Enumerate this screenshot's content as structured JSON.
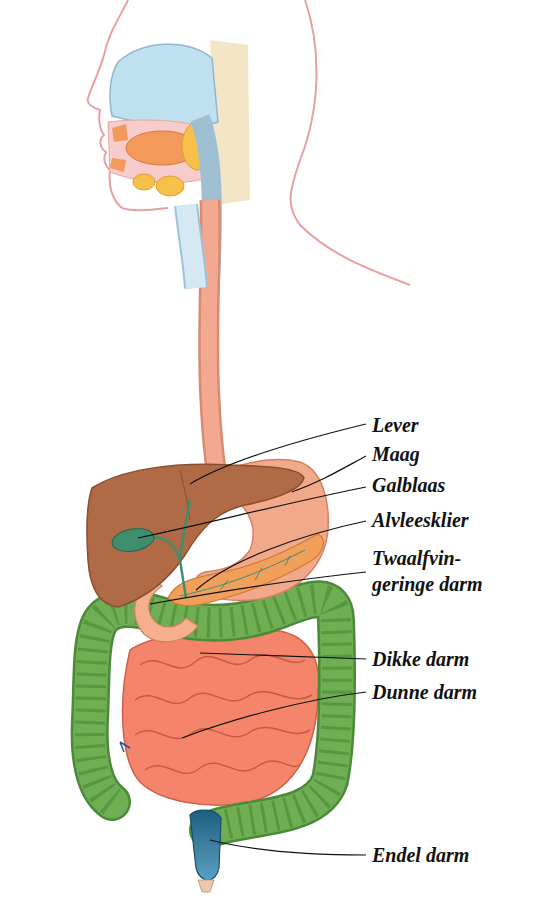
{
  "diagram": {
    "labels": [
      "Lever",
      "Maag",
      "Galblaas",
      "Alvleesklier",
      "Twaalfvin- geringe darm",
      "Dikke darm",
      "Dunne darm",
      "Endel darm"
    ]
  }
}
